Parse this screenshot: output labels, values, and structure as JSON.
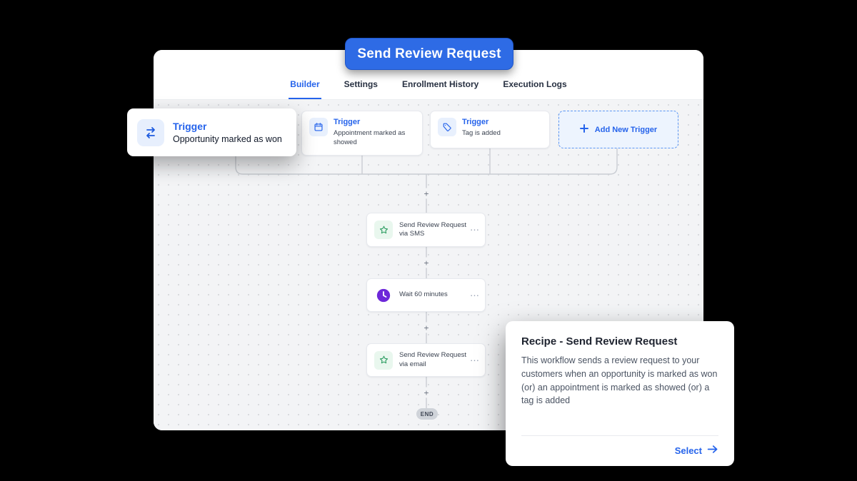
{
  "badge": {
    "title": "Send Review Request"
  },
  "active_tab": "Builder",
  "tabs": [
    {
      "label": "Builder"
    },
    {
      "label": "Settings"
    },
    {
      "label": "Enrollment History"
    },
    {
      "label": "Execution Logs"
    }
  ],
  "triggers": {
    "featured": {
      "title": "Trigger",
      "subtitle": "Opportunity marked as won",
      "icon": "swap-arrows-icon"
    },
    "appointment": {
      "title": "Trigger",
      "subtitle": "Appointment marked as showed",
      "icon": "calendar-icon"
    },
    "tag": {
      "title": "Trigger",
      "subtitle": "Tag is added",
      "icon": "tag-icon"
    },
    "add_new": {
      "label": "Add New Trigger",
      "icon": "plus-icon"
    }
  },
  "steps": {
    "sms": {
      "label": "Send Review Request via SMS",
      "icon": "review-star-icon",
      "menu": "⋯"
    },
    "wait": {
      "label": "Wait 60 minutes",
      "icon": "clock-icon",
      "menu": "⋯"
    },
    "email": {
      "label": "Send Review Request via email",
      "icon": "review-star-icon",
      "menu": "⋯"
    }
  },
  "connectors": {
    "plus": "+"
  },
  "end": {
    "label": "END"
  },
  "recipe": {
    "title": "Recipe - Send Review Request",
    "description": "This workflow sends a review request to your customers when an opportunity is marked as won (or) an appointment is marked as showed (or) a tag is added",
    "action": "Select",
    "arrow_icon": "arrow-right-icon"
  },
  "colors": {
    "accent": "#2563eb",
    "badge_bg": "#2e6be5",
    "canvas_bg": "#f3f4f6",
    "wait_icon": "#6d28d9",
    "review_icon": "#2f9e63"
  }
}
